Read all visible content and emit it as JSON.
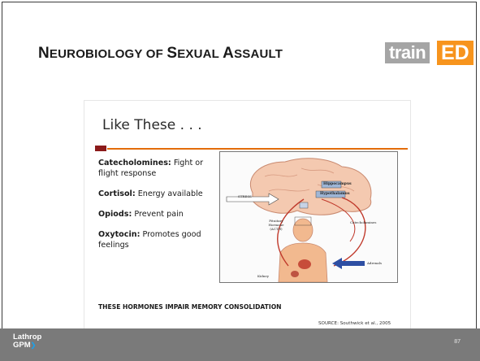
{
  "slide": {
    "title_words": [
      {
        "initial": "N",
        "rest": "EUROBIOLOGY"
      },
      {
        "initial": "",
        "rest": " OF "
      },
      {
        "initial": "S",
        "rest": "EXUAL"
      },
      {
        "initial": "",
        "rest": " "
      },
      {
        "initial": "A",
        "rest": "SSAULT"
      }
    ],
    "logo": {
      "word": "train",
      "suffix": "ED"
    },
    "page_number": "87"
  },
  "inner_slide": {
    "heading": "Like These . . .",
    "items": [
      {
        "term": "Catecholomines:",
        "desc": " Fight or flight response"
      },
      {
        "term": "Cortisol:",
        "desc": " Energy available"
      },
      {
        "term": "Opiods:",
        "desc": " Prevent pain"
      },
      {
        "term": "Oxytocin:",
        "desc": " Promotes good feelings"
      }
    ],
    "footer": "THESE HORMONES IMPAIR MEMORY CONSOLIDATION",
    "source": "SOURCE: Southwick et al., 2005",
    "diagram": {
      "labels": {
        "stress": "STRESS",
        "hippocampus": "Hippocampus",
        "hypothalamus": "Hypothalamus",
        "pituitary": "Pituitary Hormone (ACTH)",
        "catecholamines": "Catecholamines",
        "adrenals": "Adrenals",
        "kidney": "Kidney"
      }
    }
  },
  "brand": {
    "line1": "Lathrop",
    "line2": "GPM",
    "arrow": "❯"
  },
  "colors": {
    "accent_orange": "#f7941d",
    "bar_gray": "#7a7a7a",
    "inner_red": "#8b1a1a",
    "inner_line": "#e36c0a"
  }
}
